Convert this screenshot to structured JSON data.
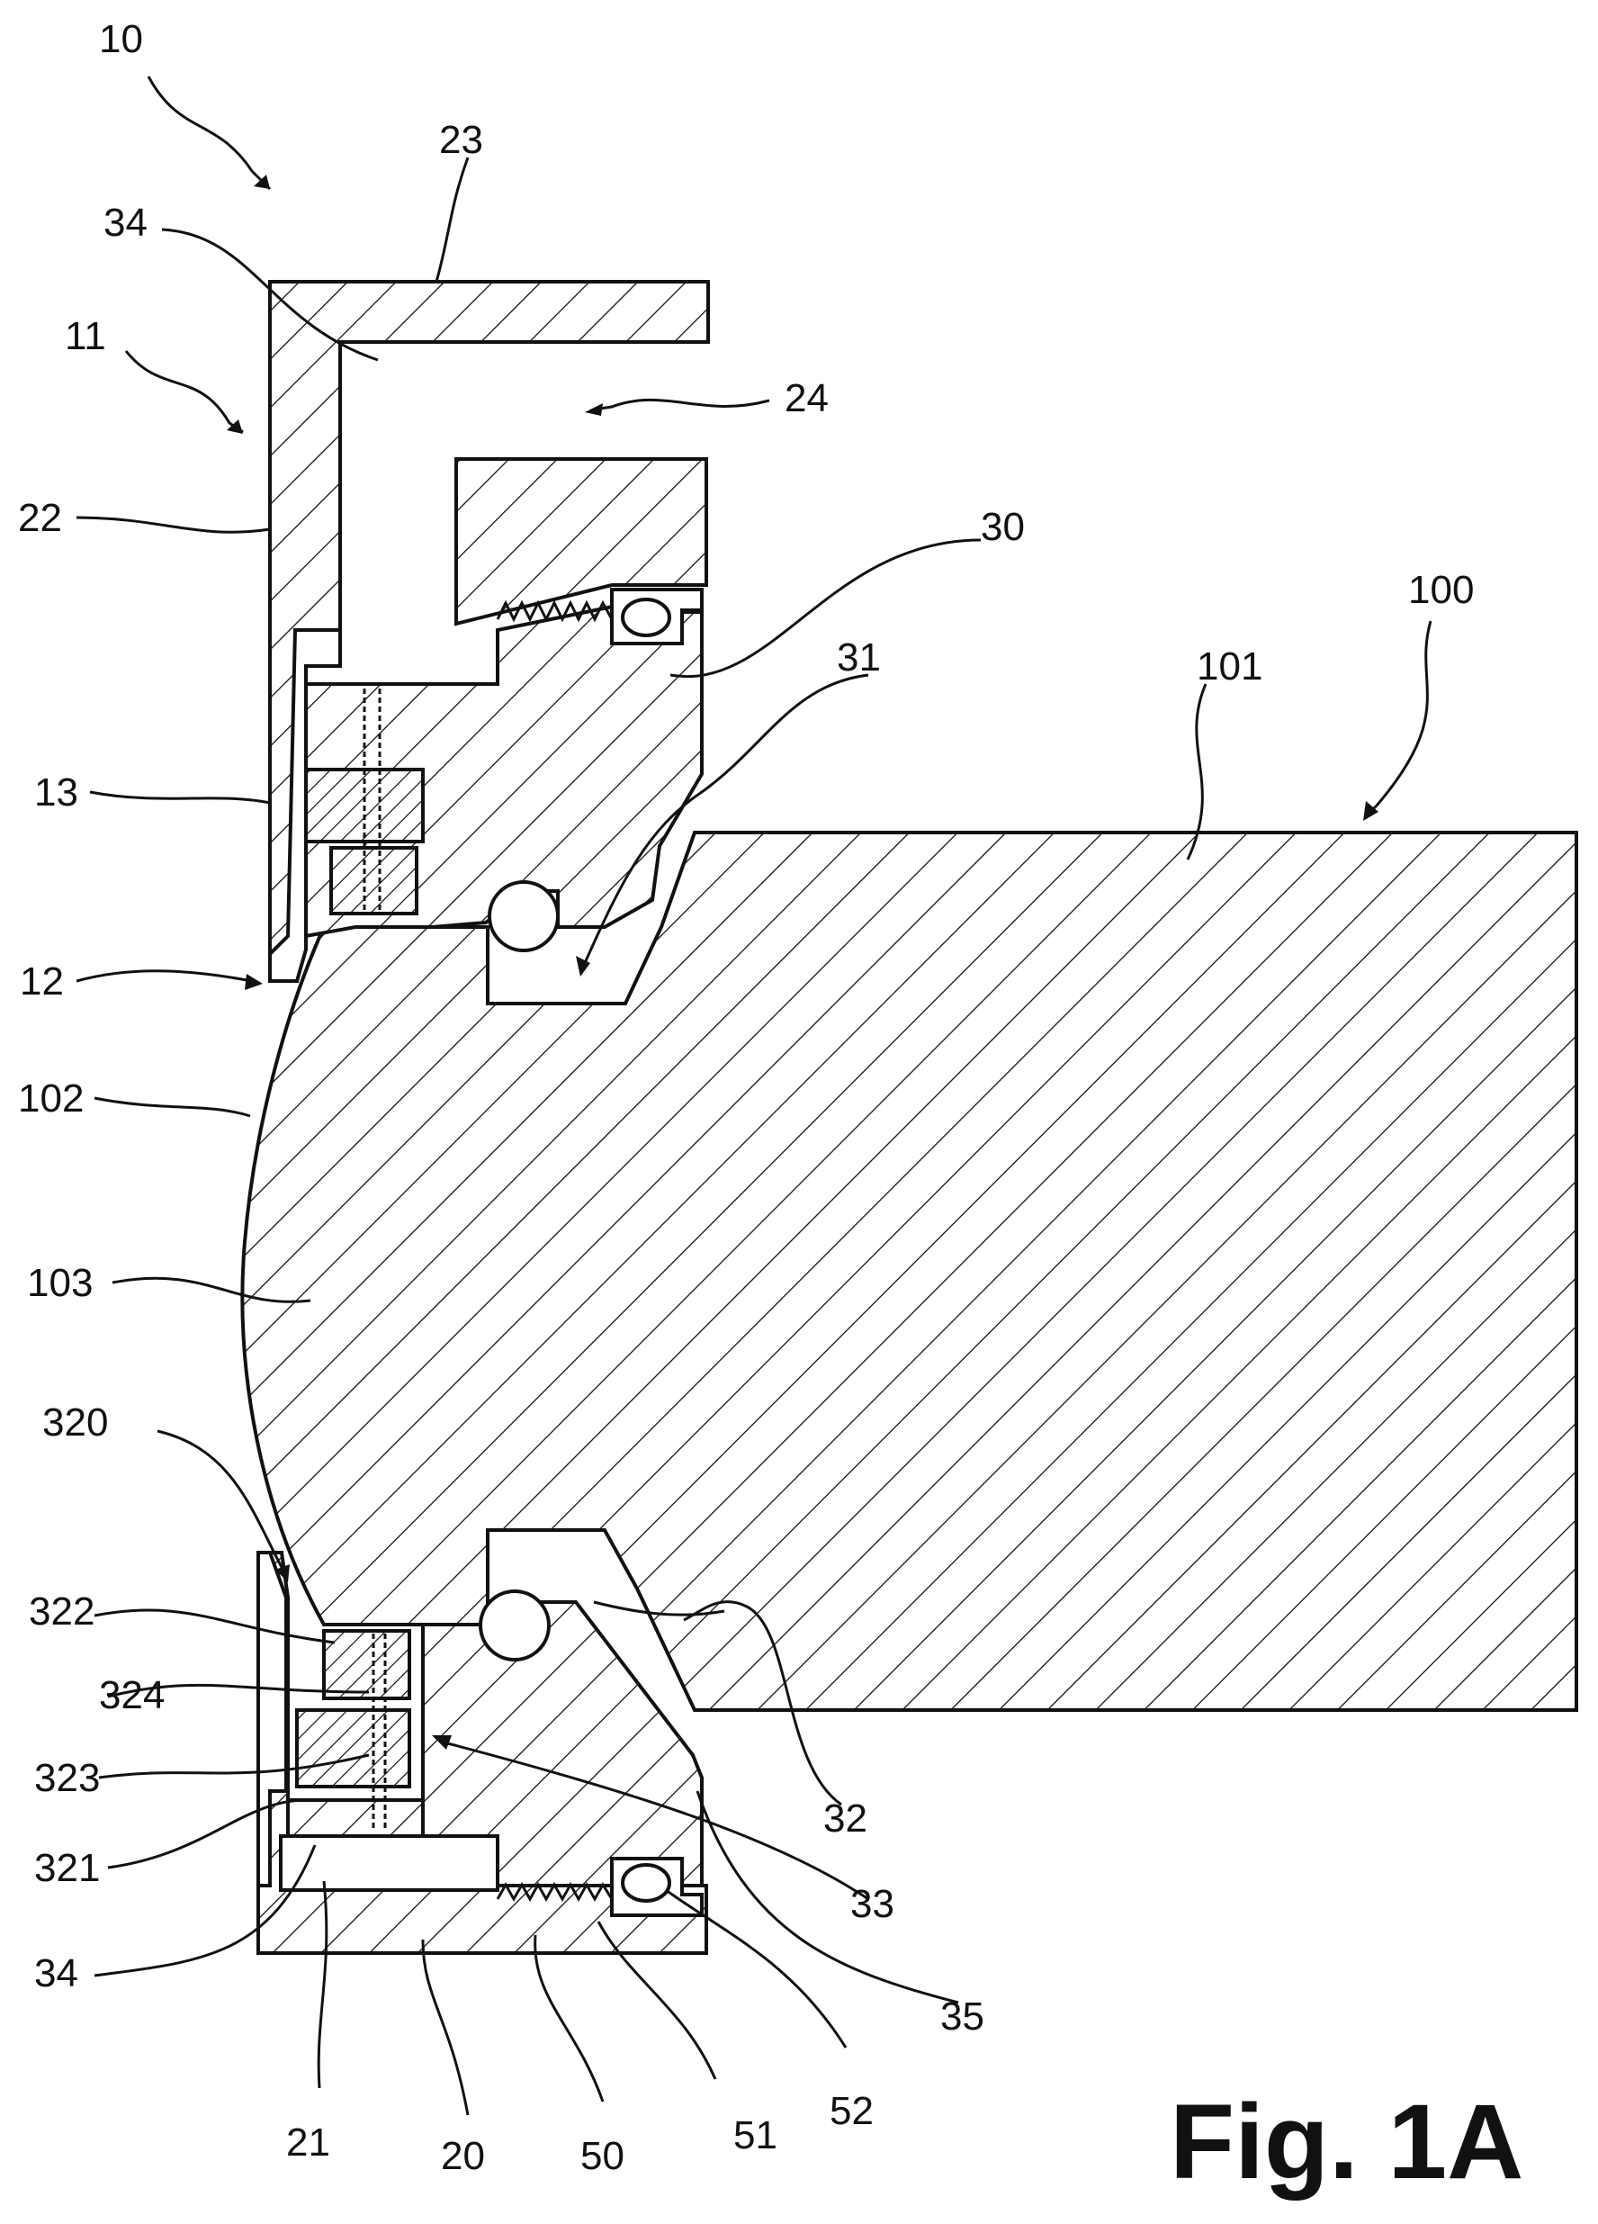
{
  "figure": {
    "title": "Fig. 1A"
  },
  "reference_numerals": {
    "n10": "10",
    "n11": "11",
    "n12": "12",
    "n13": "13",
    "n20": "20",
    "n21": "21",
    "n22": "22",
    "n23": "23",
    "n24": "24",
    "n30": "30",
    "n31": "31",
    "n32": "32",
    "n33": "33",
    "n34_top": "34",
    "n34_bottom": "34",
    "n35": "35",
    "n50": "50",
    "n51": "51",
    "n52": "52",
    "n100": "100",
    "n101": "101",
    "n102": "102",
    "n103": "103",
    "n320": "320",
    "n321": "321",
    "n322": "322",
    "n323": "323",
    "n324": "324"
  }
}
